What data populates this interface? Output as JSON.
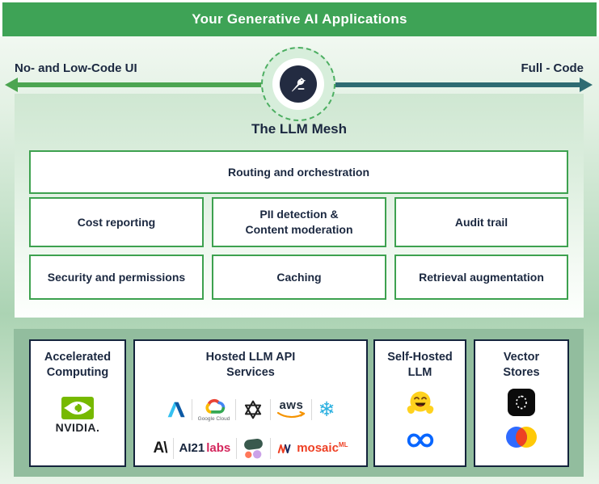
{
  "colors": {
    "header_green": "#3EA356",
    "arrow_green": "#4CA551",
    "arrow_teal": "#2E6B72",
    "navy": "#1B2840",
    "box_border_green": "#3DA14F",
    "sage_panel": "#92BD9E",
    "card_border_navy": "#14233C"
  },
  "header": {
    "title": "Your Generative AI Applications"
  },
  "spectrum": {
    "left_label": "No- and Low-Code UI",
    "right_label": "Full - Code",
    "center_icon": "dataiku-bird"
  },
  "mesh": {
    "title": "The LLM Mesh",
    "boxes": {
      "routing": "Routing and orchestration",
      "cost": "Cost reporting",
      "pii": "PII detection &\nContent moderation",
      "audit": "Audit trail",
      "security": "Security and permissions",
      "caching": "Caching",
      "retrieval": "Retrieval augmentation"
    }
  },
  "infrastructure": {
    "cards": [
      {
        "title": "Accelerated\nComputing",
        "logos": [
          "NVIDIA"
        ]
      },
      {
        "title": "Hosted LLM API\nServices",
        "logos": [
          "Microsoft Azure",
          "Google Cloud",
          "OpenAI",
          "AWS",
          "Snowflake",
          "Anthropic",
          "AI21 Labs",
          "Cohere",
          "MosaicML"
        ]
      },
      {
        "title": "Self-Hosted\nLLM",
        "logos": [
          "Hugging Face",
          "Meta"
        ]
      },
      {
        "title": "Vector\nStores",
        "logos": [
          "Pinecone",
          "Chroma"
        ]
      }
    ],
    "logo_text": {
      "nvidia": "NVIDIA.",
      "google_cloud": "Google Cloud",
      "aws": "aws",
      "anthropic": "A\\",
      "ai21": "AI21",
      "ai21_suffix": "labs",
      "mosaic": "mosaic",
      "mosaic_sup": "ML",
      "snowflake_glyph": "❄"
    }
  }
}
